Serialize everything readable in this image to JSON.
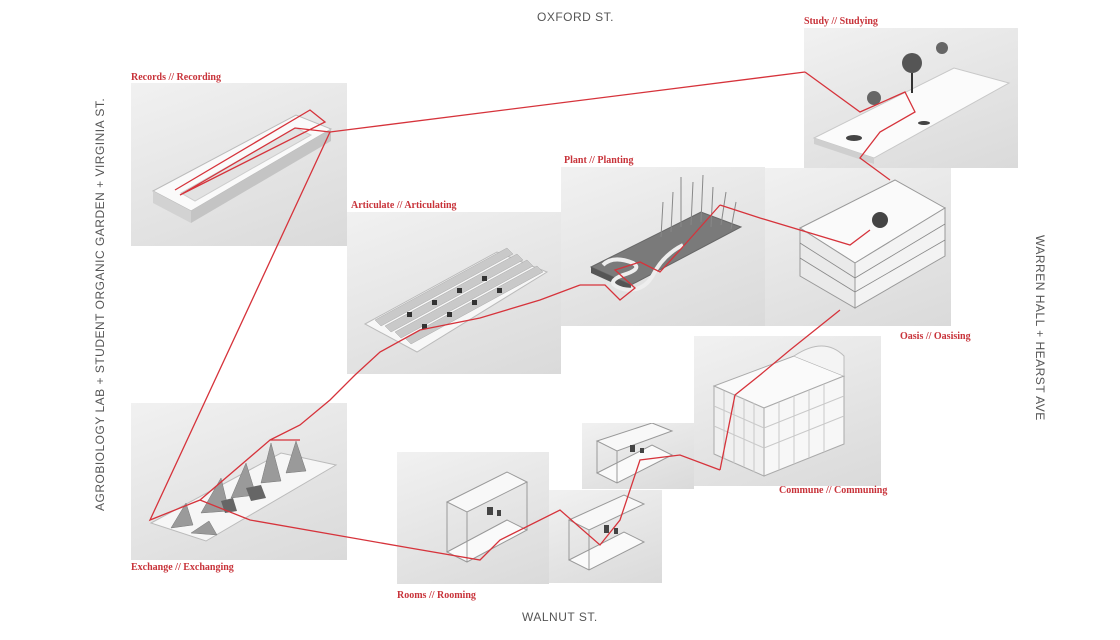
{
  "streets": {
    "north": "OXFORD ST.",
    "south": "WALNUT ST.",
    "west": "AGROBIOLOGY LAB + STUDENT ORGANIC GARDEN + VIRGINIA ST.",
    "east": "WARREN HALL + HEARST AVE"
  },
  "panels": {
    "records": "Records // Recording",
    "study": "Study // Studying",
    "plant": "Plant // Planting",
    "articulate": "Articulate // Articulating",
    "oasis": "Oasis // Oasising",
    "exchange": "Exchange // Exchanging",
    "commune": "Commune // Communing",
    "rooms": "Rooms // Rooming"
  },
  "colors": {
    "route": "#d6333b",
    "label": "#c8333a",
    "street_text": "#555555",
    "panel_bg": "#e6e6e6"
  }
}
